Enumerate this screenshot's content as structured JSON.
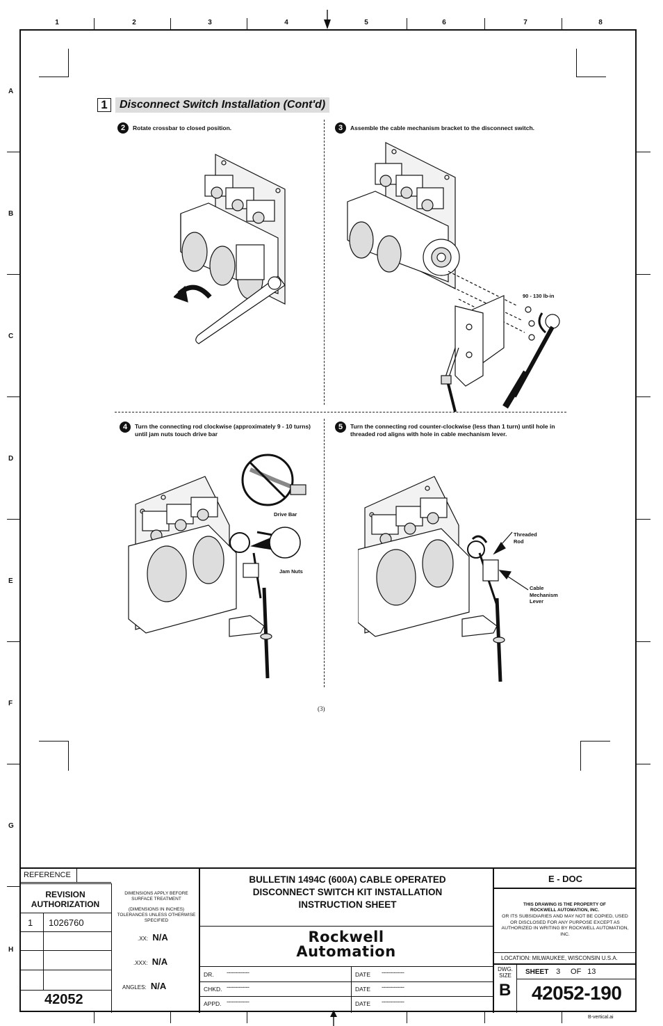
{
  "column_numbers": [
    "1",
    "2",
    "3",
    "4",
    "5",
    "6",
    "7",
    "8"
  ],
  "row_letters": [
    "A",
    "B",
    "C",
    "D",
    "E",
    "F",
    "G",
    "H"
  ],
  "section": {
    "number": "1",
    "title": "Disconnect Switch Installation (Cont'd)"
  },
  "steps": [
    {
      "number": "2",
      "text": "Rotate crossbar to closed position."
    },
    {
      "number": "3",
      "text": "Assemble the cable mechanism bracket to the disconnect switch."
    },
    {
      "number": "4",
      "text": "Turn the connecting rod clockwise (approximately 9 - 10 turns) until jam nuts touch drive bar"
    },
    {
      "number": "5",
      "text": "Turn the connecting rod counter-clockwise (less than 1 turn) until hole in threaded rod aligns with hole in cable mechanism lever."
    }
  ],
  "callouts": {
    "torque": "90 - 130 lb-in",
    "drive_bar": "Drive Bar",
    "jam_nuts": "Jam Nuts",
    "threaded_rod": "Threaded Rod",
    "cable_lever": "Cable Mechanism Lever"
  },
  "page_label": "(3)",
  "title_block": {
    "reference_label": "REFERENCE",
    "revision_authorization": "REVISION AUTHORIZATION",
    "rev_number": "1",
    "rev_code": "1026760",
    "dims_note_1": "DIMENSIONS APPLY BEFORE SURFACE TREATMENT",
    "dims_note_2": "(DIMENSIONS IN INCHES) TOLERANCES UNLESS OTHERWISE SPECIFIED",
    "tol_xx_label": ".XX:",
    "tol_xx_value": "N/A",
    "tol_xxx_label": ".XXX:",
    "tol_xxx_value": "N/A",
    "tol_angles_label": "ANGLES:",
    "tol_angles_value": "N/A",
    "drawing_base": "42052",
    "title": "BULLETIN 1494C (600A) CABLE OPERATED DISCONNECT SWITCH KIT INSTALLATION INSTRUCTION SHEET",
    "company_line1": "Rockwell",
    "company_line2": "Automation",
    "dr_label": "DR.",
    "chkd_label": "CHKD.",
    "appd_label": "APPD.",
    "date_label": "DATE",
    "blank": "-------------",
    "edoc": "E - DOC",
    "property_line1": "THIS DRAWING IS THE PROPERTY OF ROCKWELL AUTOMATION, INC.",
    "property_line2": "OR ITS SUBSIDIARIES AND MAY NOT BE COPIED, USED OR DISCLOSED FOR ANY PURPOSE EXCEPT AS AUTHORIZED IN WRITING BY ROCKWELL AUTOMATION, INC.",
    "location": "LOCATION:  MILWAUKEE,  WISCONSIN  U.S.A.",
    "dwg_size_label": "DWG. SIZE",
    "dwg_size": "B",
    "sheet_label": "SHEET",
    "sheet_num": "3",
    "of_label": "OF",
    "sheet_total": "13",
    "drawing_number": "42052-190"
  },
  "file_note": "B-vertical.ai"
}
